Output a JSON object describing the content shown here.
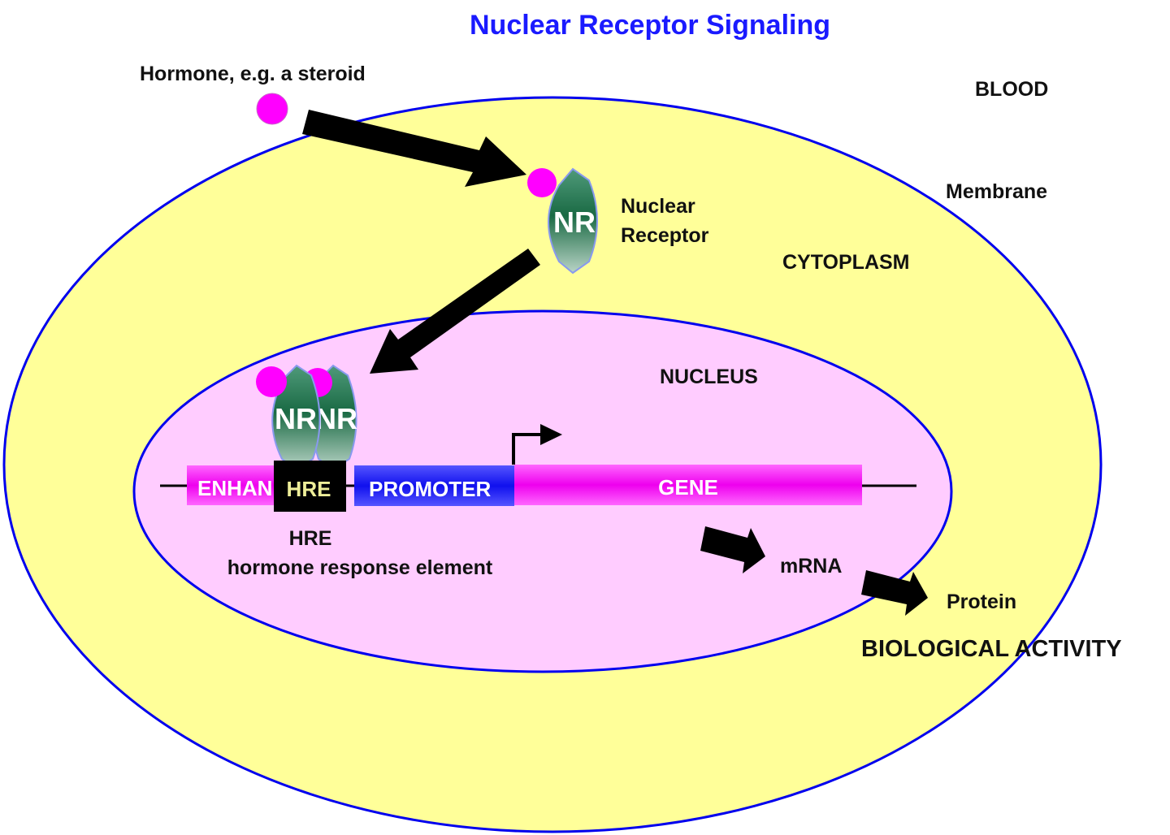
{
  "title": "Nuclear Receptor Signaling",
  "labels": {
    "hormone": "Hormone, e.g. a steroid",
    "blood": "BLOOD",
    "membrane": "Membrane",
    "nuclear_receptor_line1": "Nuclear",
    "nuclear_receptor_line2": "Receptor",
    "cytoplasm": "CYTOPLASM",
    "nucleus": "NUCLEUS",
    "nr": "NR",
    "hre_caption": "HRE",
    "hre_full": "hormone response element",
    "mrna": "mRNA",
    "protein": "Protein",
    "biological_activity": "BIOLOGICAL ACTIVITY"
  },
  "dna": {
    "enhancer": "ENHAN",
    "hre": "HRE",
    "promoter": "PROMOTER",
    "gene": "GENE"
  },
  "colors": {
    "title": "#1a1aff",
    "cytoplasm": "#ffff99",
    "nucleus": "#ffccff",
    "membrane": "#0000ee",
    "hormone": "#ff00ff",
    "receptor": "#1e6e46",
    "promoter": "#2222ff",
    "gene": "#ee00ee",
    "hre_text": "#eeee99"
  }
}
